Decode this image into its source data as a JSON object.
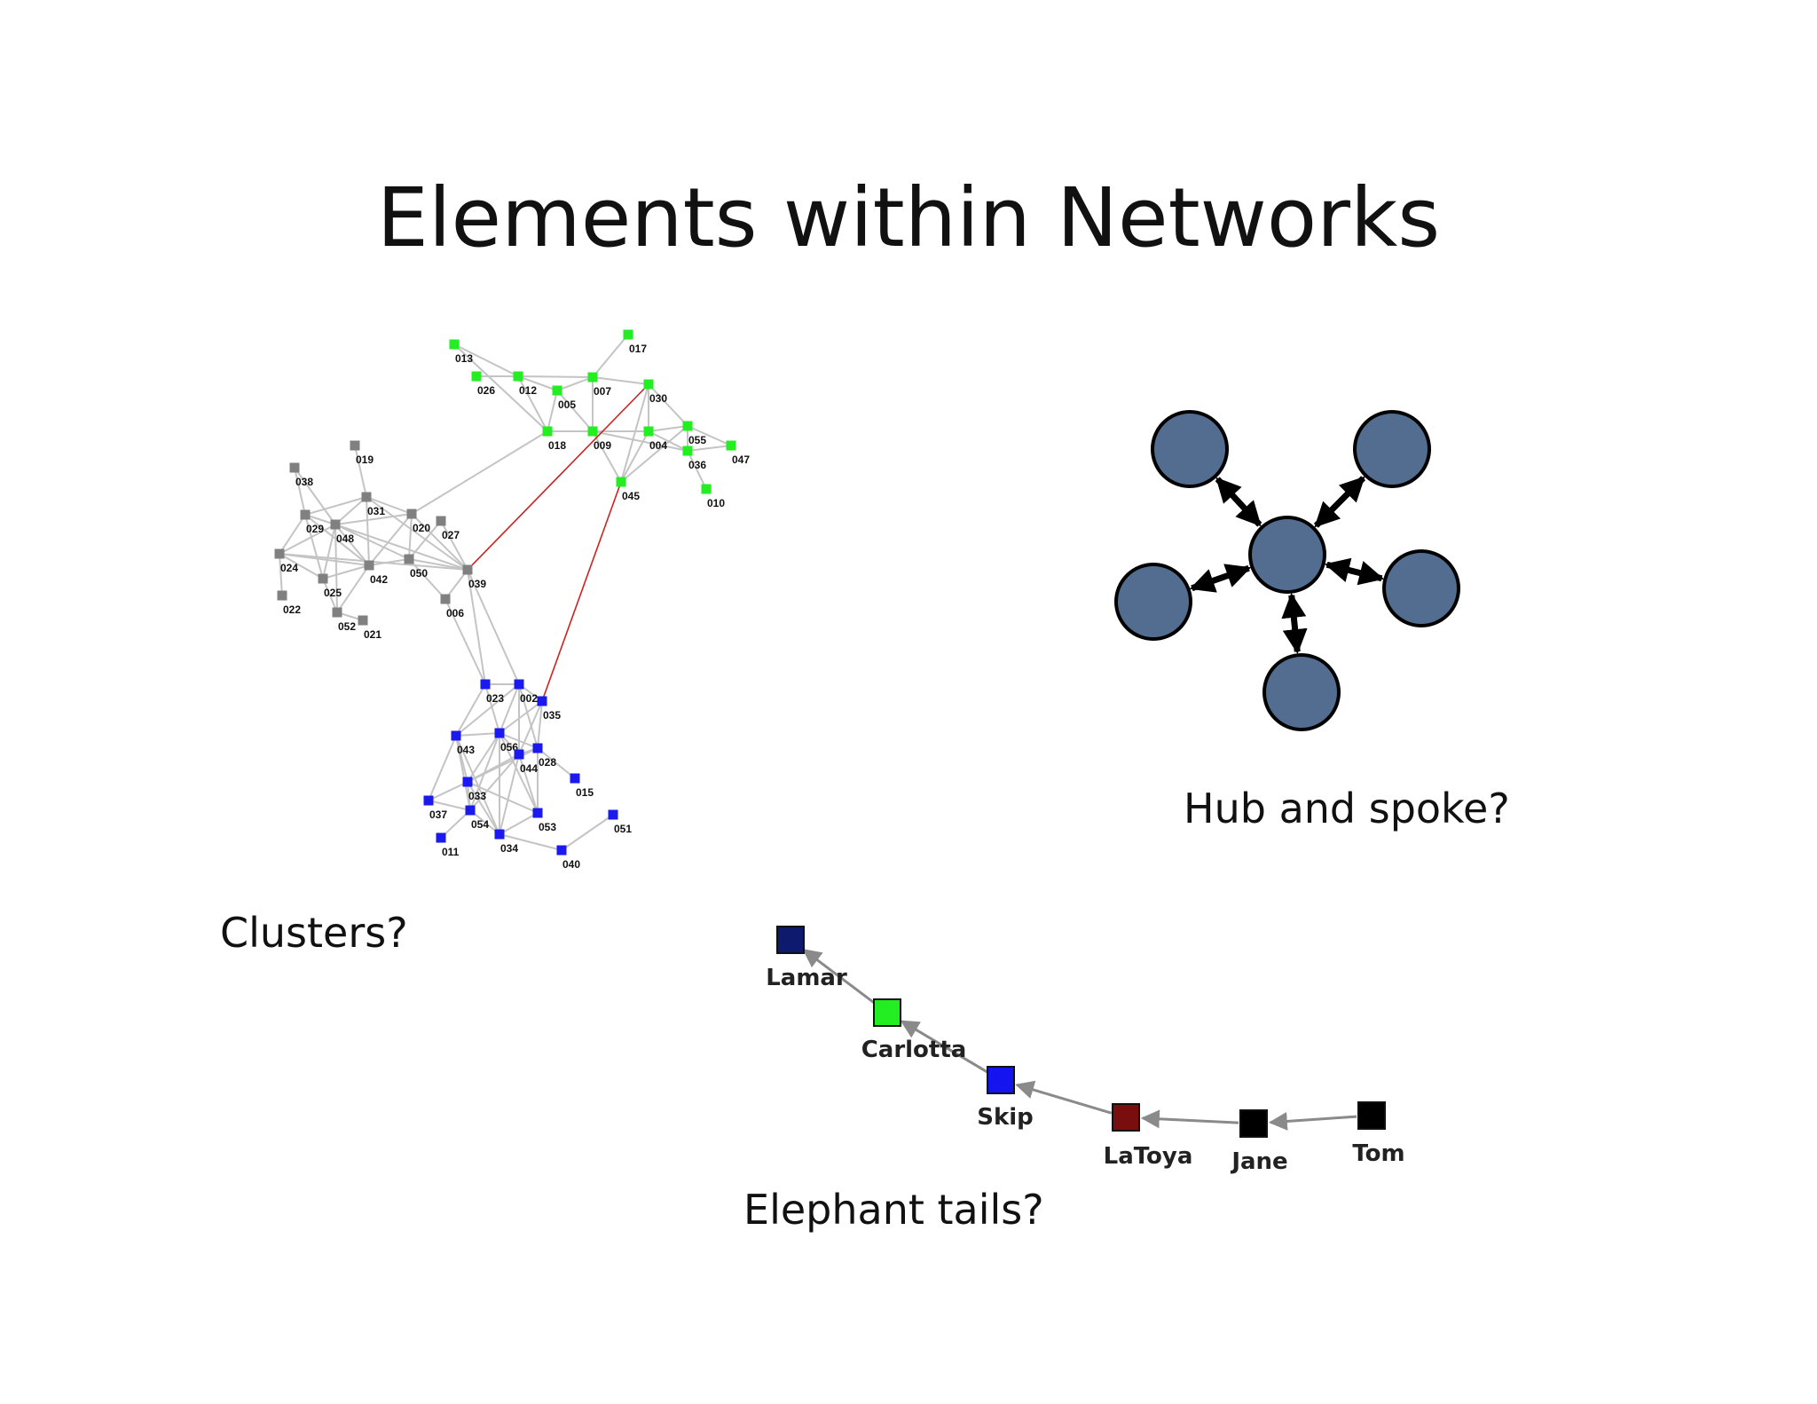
{
  "slide": {
    "title": "Elements within Networks",
    "captions": {
      "clusters": "Clusters?",
      "hub": "Hub and spoke?",
      "tails": "Elephant tails?"
    }
  },
  "colors": {
    "green": "#22ee22",
    "gray": "#808080",
    "blue": "#1a1aee",
    "edge": "#c4c4c4",
    "bridge": "#cc2222",
    "hub_fill": "#526d8f",
    "hub_stroke": "#000000"
  },
  "cluster_network": {
    "nodes": [
      {
        "id": "013",
        "group": "green"
      },
      {
        "id": "017",
        "group": "green"
      },
      {
        "id": "026",
        "group": "green"
      },
      {
        "id": "012",
        "group": "green"
      },
      {
        "id": "005",
        "group": "green"
      },
      {
        "id": "007",
        "group": "green"
      },
      {
        "id": "030",
        "group": "green"
      },
      {
        "id": "018",
        "group": "green"
      },
      {
        "id": "009",
        "group": "green"
      },
      {
        "id": "004",
        "group": "green"
      },
      {
        "id": "055",
        "group": "green"
      },
      {
        "id": "036",
        "group": "green"
      },
      {
        "id": "047",
        "group": "green"
      },
      {
        "id": "045",
        "group": "green"
      },
      {
        "id": "010",
        "group": "green"
      },
      {
        "id": "019",
        "group": "gray"
      },
      {
        "id": "038",
        "group": "gray"
      },
      {
        "id": "031",
        "group": "gray"
      },
      {
        "id": "029",
        "group": "gray"
      },
      {
        "id": "048",
        "group": "gray"
      },
      {
        "id": "020",
        "group": "gray"
      },
      {
        "id": "027",
        "group": "gray"
      },
      {
        "id": "024",
        "group": "gray"
      },
      {
        "id": "042",
        "group": "gray"
      },
      {
        "id": "050",
        "group": "gray"
      },
      {
        "id": "039",
        "group": "gray"
      },
      {
        "id": "025",
        "group": "gray"
      },
      {
        "id": "022",
        "group": "gray"
      },
      {
        "id": "052",
        "group": "gray"
      },
      {
        "id": "021",
        "group": "gray"
      },
      {
        "id": "006",
        "group": "gray"
      },
      {
        "id": "023",
        "group": "blue"
      },
      {
        "id": "002",
        "group": "blue"
      },
      {
        "id": "035",
        "group": "blue"
      },
      {
        "id": "043",
        "group": "blue"
      },
      {
        "id": "056",
        "group": "blue"
      },
      {
        "id": "044",
        "group": "blue"
      },
      {
        "id": "028",
        "group": "blue"
      },
      {
        "id": "015",
        "group": "blue"
      },
      {
        "id": "033",
        "group": "blue"
      },
      {
        "id": "037",
        "group": "blue"
      },
      {
        "id": "054",
        "group": "blue"
      },
      {
        "id": "053",
        "group": "blue"
      },
      {
        "id": "051",
        "group": "blue"
      },
      {
        "id": "011",
        "group": "blue"
      },
      {
        "id": "034",
        "group": "blue"
      },
      {
        "id": "040",
        "group": "blue"
      }
    ],
    "edges": [
      [
        "013",
        "012"
      ],
      [
        "013",
        "018"
      ],
      [
        "026",
        "012"
      ],
      [
        "012",
        "005"
      ],
      [
        "012",
        "007"
      ],
      [
        "012",
        "018"
      ],
      [
        "005",
        "007"
      ],
      [
        "005",
        "009"
      ],
      [
        "005",
        "018"
      ],
      [
        "007",
        "017"
      ],
      [
        "007",
        "009"
      ],
      [
        "007",
        "030"
      ],
      [
        "018",
        "009"
      ],
      [
        "009",
        "004"
      ],
      [
        "009",
        "045"
      ],
      [
        "009",
        "036"
      ],
      [
        "004",
        "030"
      ],
      [
        "004",
        "055"
      ],
      [
        "004",
        "036"
      ],
      [
        "004",
        "045"
      ],
      [
        "030",
        "055"
      ],
      [
        "030",
        "045"
      ],
      [
        "055",
        "036"
      ],
      [
        "055",
        "047"
      ],
      [
        "036",
        "047"
      ],
      [
        "036",
        "010"
      ],
      [
        "045",
        "055"
      ],
      [
        "018",
        "020"
      ],
      [
        "019",
        "031"
      ],
      [
        "038",
        "048"
      ],
      [
        "038",
        "029"
      ],
      [
        "031",
        "029"
      ],
      [
        "031",
        "048"
      ],
      [
        "031",
        "042"
      ],
      [
        "031",
        "039"
      ],
      [
        "031",
        "020"
      ],
      [
        "029",
        "048"
      ],
      [
        "029",
        "024"
      ],
      [
        "029",
        "042"
      ],
      [
        "029",
        "025"
      ],
      [
        "048",
        "024"
      ],
      [
        "048",
        "042"
      ],
      [
        "048",
        "025"
      ],
      [
        "048",
        "052"
      ],
      [
        "048",
        "050"
      ],
      [
        "048",
        "039"
      ],
      [
        "048",
        "020"
      ],
      [
        "024",
        "022"
      ],
      [
        "024",
        "025"
      ],
      [
        "024",
        "042"
      ],
      [
        "024",
        "039"
      ],
      [
        "025",
        "052"
      ],
      [
        "025",
        "042"
      ],
      [
        "042",
        "050"
      ],
      [
        "042",
        "052"
      ],
      [
        "042",
        "020"
      ],
      [
        "050",
        "039"
      ],
      [
        "050",
        "006"
      ],
      [
        "050",
        "020"
      ],
      [
        "020",
        "039"
      ],
      [
        "027",
        "039"
      ],
      [
        "027",
        "050"
      ],
      [
        "052",
        "021"
      ],
      [
        "039",
        "006"
      ],
      [
        "039",
        "023"
      ],
      [
        "039",
        "002"
      ],
      [
        "006",
        "023"
      ],
      [
        "023",
        "002"
      ],
      [
        "023",
        "043"
      ],
      [
        "023",
        "056"
      ],
      [
        "002",
        "035"
      ],
      [
        "002",
        "043"
      ],
      [
        "002",
        "056"
      ],
      [
        "002",
        "028"
      ],
      [
        "002",
        "044"
      ],
      [
        "035",
        "056"
      ],
      [
        "035",
        "028"
      ],
      [
        "035",
        "044"
      ],
      [
        "043",
        "056"
      ],
      [
        "043",
        "033"
      ],
      [
        "043",
        "037"
      ],
      [
        "043",
        "054"
      ],
      [
        "043",
        "034"
      ],
      [
        "056",
        "044"
      ],
      [
        "056",
        "028"
      ],
      [
        "056",
        "033"
      ],
      [
        "056",
        "053"
      ],
      [
        "056",
        "034"
      ],
      [
        "056",
        "054"
      ],
      [
        "044",
        "028"
      ],
      [
        "044",
        "033"
      ],
      [
        "044",
        "053"
      ],
      [
        "044",
        "034"
      ],
      [
        "044",
        "054"
      ],
      [
        "028",
        "015"
      ],
      [
        "028",
        "053"
      ],
      [
        "028",
        "033"
      ],
      [
        "033",
        "037"
      ],
      [
        "033",
        "054"
      ],
      [
        "033",
        "034"
      ],
      [
        "033",
        "053"
      ],
      [
        "037",
        "054"
      ],
      [
        "054",
        "011"
      ],
      [
        "054",
        "034"
      ],
      [
        "034",
        "053"
      ],
      [
        "034",
        "040"
      ],
      [
        "040",
        "051"
      ]
    ],
    "bridges": [
      [
        "039",
        "030"
      ],
      [
        "035",
        "045"
      ]
    ]
  },
  "hub_spoke": {
    "hub": "hub",
    "spokes": [
      "top-left",
      "top-right",
      "left",
      "right",
      "bottom"
    ]
  },
  "elephant_tail": {
    "nodes": [
      {
        "label": "Lamar",
        "color": "#0d1a6e"
      },
      {
        "label": "Carlotta",
        "color": "#22ee22"
      },
      {
        "label": "Skip",
        "color": "#1414f0"
      },
      {
        "label": "LaToya",
        "color": "#7a0d0d"
      },
      {
        "label": "Jane",
        "color": "#000000"
      },
      {
        "label": "Tom",
        "color": "#000000"
      }
    ]
  }
}
